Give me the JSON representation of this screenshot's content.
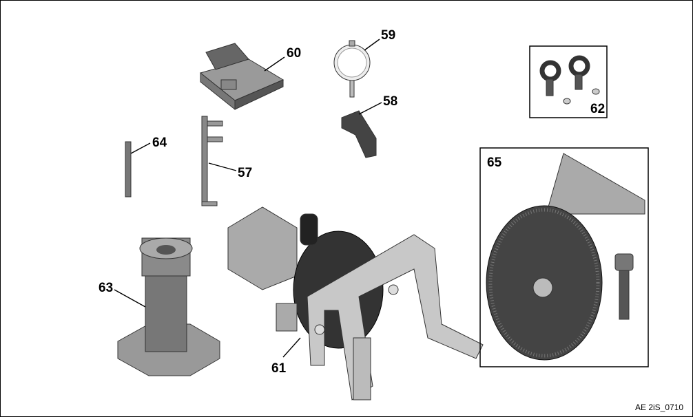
{
  "callouts": {
    "p57": "57",
    "p58": "58",
    "p59": "59",
    "p60": "60",
    "p61": "61",
    "p62": "62",
    "p63": "63",
    "p64": "64",
    "p65": "65"
  },
  "figure_code": "AE 2iS_0710"
}
